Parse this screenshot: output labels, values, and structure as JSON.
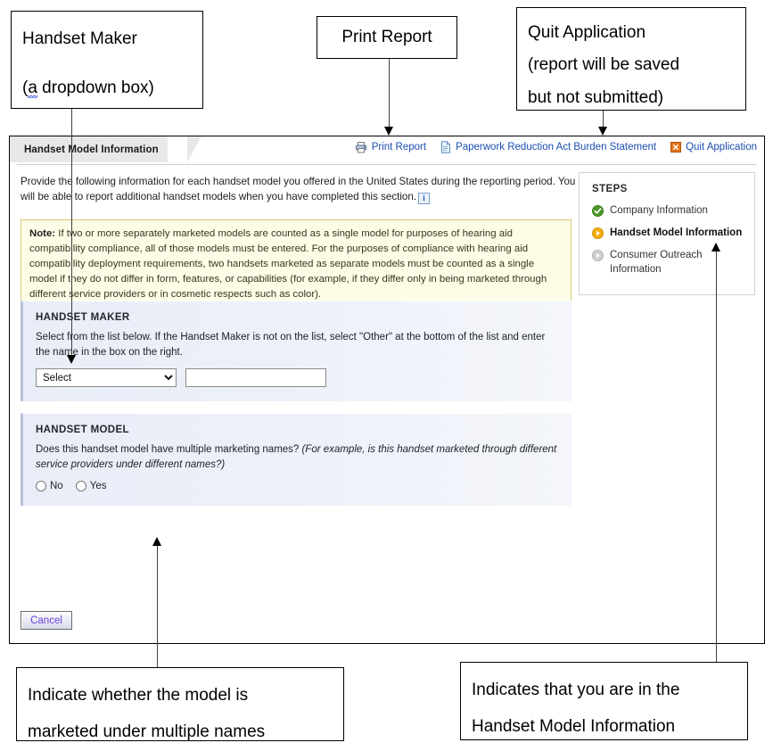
{
  "annotations": [
    {
      "id": "handset-maker",
      "lines": [
        "Handset Maker",
        "(a dropdown box)"
      ]
    },
    {
      "id": "print-report",
      "lines": [
        "Print Report"
      ]
    },
    {
      "id": "quit-application",
      "lines": [
        "Quit Application",
        "(report will be saved",
        "but not submitted)"
      ]
    },
    {
      "id": "multiple-names",
      "lines": [
        "Indicate whether the model is",
        "marketed under multiple names"
      ]
    },
    {
      "id": "current-step",
      "lines": [
        "Indicates that you are in the",
        "Handset Model Information"
      ]
    }
  ],
  "annotation_text": {
    "handset_maker_l1": "Handset Maker",
    "handset_maker_l2_pre": "(",
    "handset_maker_l2_squiggle": "a",
    "handset_maker_l2_post": " dropdown box)",
    "print_report": "Print Report",
    "quit_l1": "Quit Application",
    "quit_l2": "(report will be saved",
    "quit_l3": "but not submitted)",
    "multiple_l1": "Indicate whether the model is",
    "multiple_l2": "marketed under multiple names",
    "step_l1": "Indicates that you are in the",
    "step_l2": "Handset Model Information"
  },
  "app": {
    "tab_label": "Handset Model Information",
    "toolbar": {
      "print_report": "Print Report",
      "print_report_icon": "printer-icon",
      "paperwork_statement": "Paperwork Reduction Act Burden Statement",
      "paperwork_statement_icon": "document-icon",
      "quit_application": "Quit Application",
      "quit_application_icon": "close-x-icon"
    },
    "intro": "Provide the following information for each handset model you offered in the United States during the reporting period. You will be able to report additional handset models when you have completed this section.",
    "intro_info_icon": "i",
    "note": {
      "label": "Note:",
      "text": " If two or more separately marketed models are counted as a single model for purposes of hearing aid compatibility compliance, all of those models must be entered.  For the purposes of compliance with hearing aid compatibility deployment requirements, two handsets marketed as separate models must be counted as a single model if they do not differ in form, features, or capabilities (for example, if they differ only in being marketed through different service providers or in cosmetic respects such as color)."
    },
    "steps": {
      "title": "STEPS",
      "items": [
        {
          "label": "Company Information",
          "state": "complete",
          "icon": "check-circle-icon"
        },
        {
          "label": "Handset Model Information",
          "state": "current",
          "icon": "arrow-circle-icon"
        },
        {
          "label": "Consumer Outreach Information",
          "state": "pending",
          "icon": "arrow-circle-gray-icon"
        }
      ]
    },
    "maker_panel": {
      "title": "HANDSET MAKER",
      "description": "Select from the list below. If the Handset Maker is not on the list, select \"Other\" at the bottom of the list and enter the name in the box on the right.",
      "select_value": "Select",
      "select_options": [
        "Select"
      ],
      "other_name_value": "",
      "other_name_placeholder": ""
    },
    "model_panel": {
      "title": "HANDSET MODEL",
      "question_plain": "Does this handset model have multiple marketing names? ",
      "question_italic": "(For example, is this handset marketed through different service providers under different names?)",
      "radios": [
        {
          "label": "No",
          "value": "no",
          "checked": false
        },
        {
          "label": "Yes",
          "value": "yes",
          "checked": false
        }
      ]
    },
    "cancel_label": "Cancel"
  },
  "colors": {
    "link_blue": "#1c4fb0",
    "note_bg": "#fdfce6",
    "note_border": "#d6c97a",
    "panel_bg": "#eef1f9",
    "step_complete": "#4a9a28",
    "step_current": "#f5ae0a",
    "step_pending": "#c9c9c9",
    "quit_icon": "#e8751a",
    "cancel_text": "#6a3fd8"
  }
}
